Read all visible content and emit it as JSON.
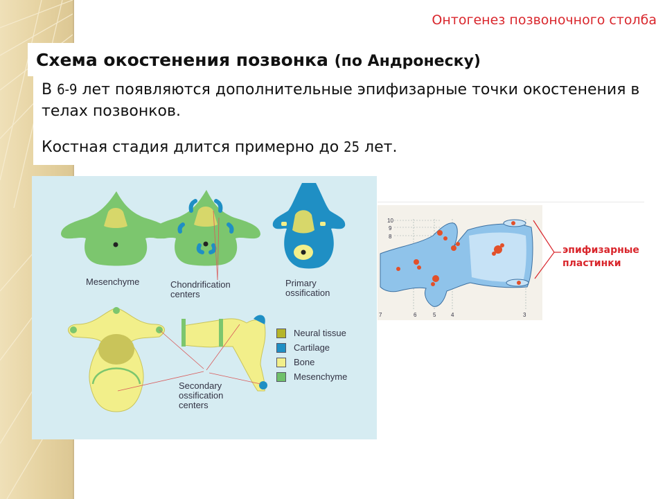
{
  "header": {
    "topic": "Онтогенез позвоночного столба"
  },
  "slide": {
    "title_main": "Схема окостенения позвонка",
    "title_paren": "(по Андронеску)",
    "para1_a": "В ",
    "para1_num": "6-9",
    "para1_b": " лет появляются дополнительные эпифизарные точки окостенения в телах позвонков.",
    "para2_a": "Костная стадия  длится примерно  до  ",
    "para2_num": "25",
    "para2_b": " лет."
  },
  "figure1": {
    "labels": {
      "mesenchyme": "Mesenchyme",
      "chondrification": "Chondrification centers",
      "primary": "Primary ossification",
      "secondary": "Secondary ossification centers"
    },
    "legend": [
      {
        "label": "Neural tissue",
        "color": "#b5b52a"
      },
      {
        "label": "Cartilage",
        "color": "#1f8fc4"
      },
      {
        "label": "Bone",
        "color": "#f2ef8a"
      },
      {
        "label": "Mesenchyme",
        "color": "#6fc06a"
      }
    ]
  },
  "figure2": {
    "numbers_left": [
      "10",
      "9",
      "8"
    ],
    "numbers_bottom": [
      "7",
      "6",
      "5",
      "4",
      "3"
    ],
    "label": "эпифизарные пластинки"
  },
  "colors": {
    "accent_red": "#d9262c",
    "mesenchyme_green": "#6fc06a",
    "cartilage_blue": "#1f8fc4",
    "bone_yellow": "#f2ef8a"
  }
}
